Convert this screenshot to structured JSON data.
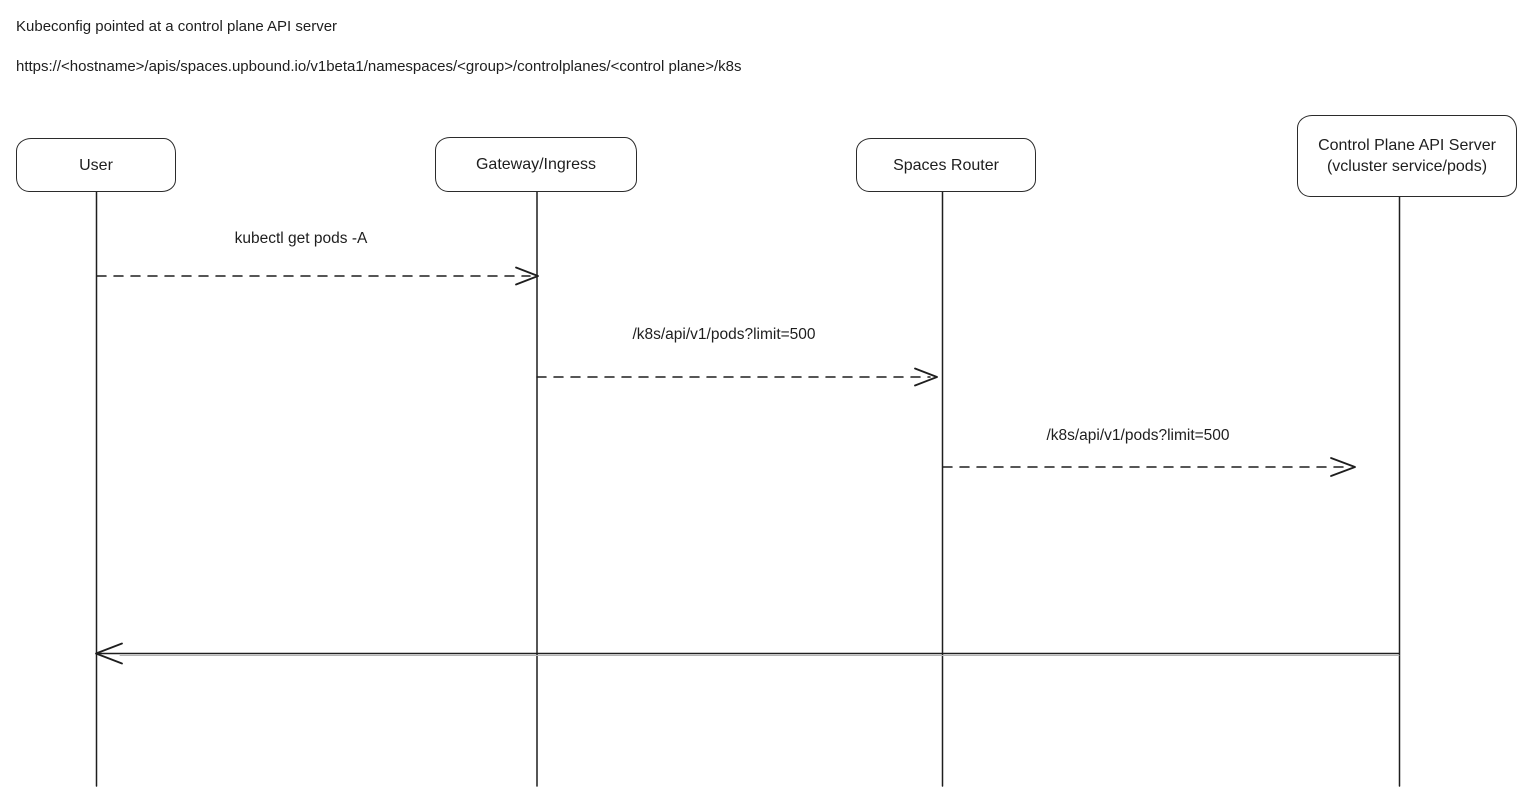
{
  "header": {
    "line1": "Kubeconfig pointed at a control plane API server",
    "line2": "https://<hostname>/apis/spaces.upbound.io/v1beta1/namespaces/<group>/controlplanes/<control plane>/k8s"
  },
  "diagram": {
    "type": "sequence-diagram",
    "actors": [
      {
        "id": "user",
        "label": "User"
      },
      {
        "id": "gateway",
        "label": "Gateway/Ingress"
      },
      {
        "id": "spaces-router",
        "label": "Spaces Router"
      },
      {
        "id": "control-plane",
        "label": "Control Plane API Server",
        "label2": "(vcluster service/pods)"
      }
    ],
    "messages": [
      {
        "from": "User",
        "to": "Gateway/Ingress",
        "label": "kubectl get pods -A",
        "line_style": "dashed"
      },
      {
        "from": "Gateway/Ingress",
        "to": "Spaces Router",
        "label": "/k8s/api/v1/pods?limit=500",
        "line_style": "dashed"
      },
      {
        "from": "Spaces Router",
        "to": "Control Plane API Server",
        "label": "/k8s/api/v1/pods?limit=500",
        "line_style": "dashed"
      },
      {
        "from": "Control Plane API Server",
        "to": "User",
        "label": "",
        "line_style": "solid"
      }
    ],
    "colors": {
      "stroke": "#1e1e1e",
      "background": "#ffffff"
    }
  }
}
